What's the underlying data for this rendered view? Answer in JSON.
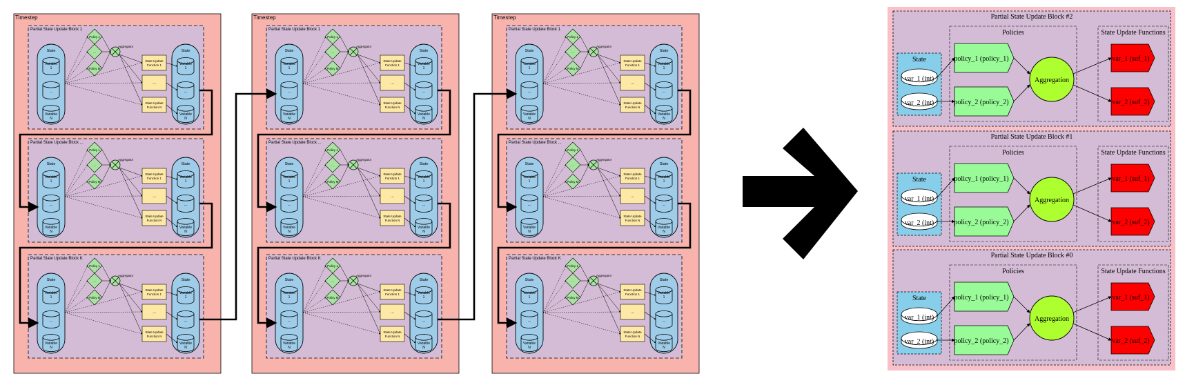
{
  "timestep": {
    "title": "Timestep",
    "blocks": [
      "Partial State Update Block 1",
      "Partial State Update Block ...",
      "Partial State Update Block K"
    ],
    "state_label": "State",
    "var_first": [
      "Variable",
      "1"
    ],
    "var_mid": "...",
    "var_last": [
      "Variable",
      "N"
    ],
    "policy_first": "Policy 1",
    "policy_mid": "...",
    "policy_last": "Policy M",
    "aggregator": "Aggregator",
    "suf_first": [
      "State Update",
      "Function 1"
    ],
    "suf_mid": "...",
    "suf_last": [
      "State Update",
      "Function N"
    ]
  },
  "right": {
    "blocks": [
      "Partial State Update Block #2",
      "Partial State Update Block #1",
      "Partial State Update Block #0"
    ],
    "policies_label": "Policies",
    "suf_label": "State Update Functions",
    "state_label": "State",
    "vars": [
      "var_1 (int)",
      "var_2 (int)"
    ],
    "policies": [
      "policy_1 (policy_1)",
      "policy_2 (policy_2)"
    ],
    "aggregation": "Aggregation",
    "sufs": [
      "var_1 (suf_1)",
      "var_2 (suf_2)"
    ]
  },
  "colors": {
    "timestep_bg": "#f8b3ad",
    "block_bg": "#d4bcd6",
    "state_bg": "#9fcde9",
    "policy_fill": "#a9e3a1",
    "suf_fill": "#fde8a6",
    "right_state_bg": "#87ceeb",
    "right_policy": "#98fb98",
    "aggregation": "#adff2f",
    "right_suf": "#ff0000",
    "right_bg": "#f8c0c8"
  },
  "icons": [
    "big-arrow-icon",
    "aggregator-x-icon",
    "cylinder-icon"
  ]
}
